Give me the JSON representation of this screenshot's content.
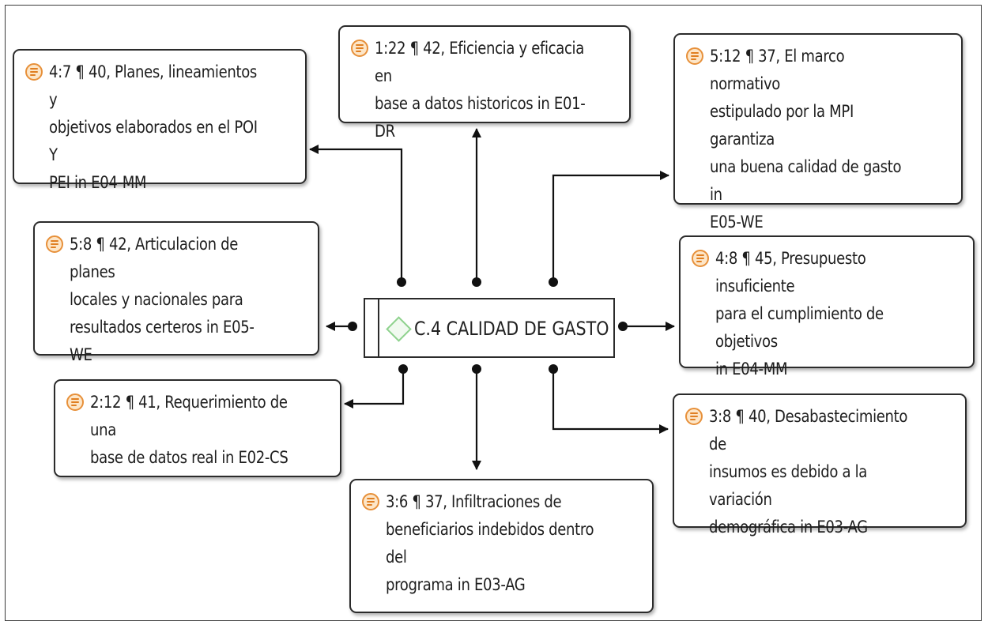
{
  "center": {
    "label": "C.4 CALIDAD DE GASTO",
    "icon": "code-diamond-icon",
    "icon_color": "#8fd28e"
  },
  "quotes": [
    {
      "id": "q-4-7",
      "text": "4:7 ¶ 40, Planes, lineamientos y\nobjetivos elaborados en el POI Y\nPEI in E04-MM"
    },
    {
      "id": "q-1-22",
      "text": "1:22 ¶ 42, Eficiencia y eficacia en\nbase a datos historicos in E01-DR"
    },
    {
      "id": "q-5-12",
      "text": "5:12 ¶ 37, El marco normativo\nestipulado por la MPI garantiza\nuna buena calidad de gasto in\nE05-WE"
    },
    {
      "id": "q-5-8",
      "text": "5:8 ¶ 42, Articulacion de planes\nlocales y nacionales para\nresultados certeros in E05-WE"
    },
    {
      "id": "q-4-8",
      "text": "4:8 ¶ 45, Presupuesto insuficiente\npara el cumplimiento de objetivos\nin E04-MM"
    },
    {
      "id": "q-2-12",
      "text": "2:12 ¶ 41, Requerimiento de una\nbase de datos real in E02-CS"
    },
    {
      "id": "q-3-8",
      "text": "3:8 ¶ 40, Desabastecimiento de\ninsumos es debido a la variación\ndemográfica in E03-AG"
    },
    {
      "id": "q-3-6",
      "text": "3:6 ¶ 37, Infiltraciones de\nbeneficiarios indebidos dentro del\nprograma in E03-AG"
    }
  ],
  "colors": {
    "quote_icon": "#e7903a",
    "border": "#2b2b2b",
    "link": "#111111"
  }
}
